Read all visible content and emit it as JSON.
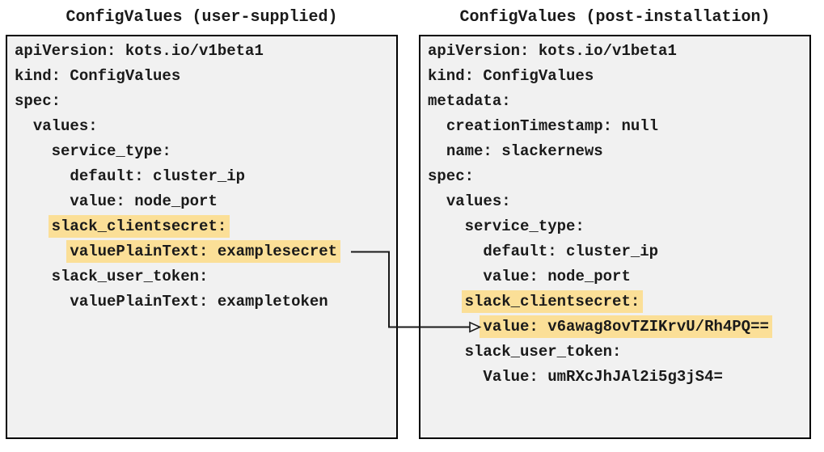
{
  "diagram": {
    "left_panel": {
      "title": "ConfigValues (user-supplied)",
      "lines": [
        {
          "indent": "",
          "text": "apiVersion: kots.io/v1beta1",
          "highlight": false
        },
        {
          "indent": "",
          "text": "kind: ConfigValues",
          "highlight": false
        },
        {
          "indent": "",
          "text": "spec:",
          "highlight": false
        },
        {
          "indent": "  ",
          "text": "values:",
          "highlight": false
        },
        {
          "indent": "    ",
          "text": "service_type:",
          "highlight": false
        },
        {
          "indent": "      ",
          "text": "default: cluster_ip",
          "highlight": false
        },
        {
          "indent": "      ",
          "text": "value: node_port",
          "highlight": false
        },
        {
          "indent": "    ",
          "text": "slack_clientsecret:",
          "highlight": true
        },
        {
          "indent": "      ",
          "text": "valuePlainText: examplesecret",
          "highlight": true
        },
        {
          "indent": "    ",
          "text": "slack_user_token:",
          "highlight": false
        },
        {
          "indent": "      ",
          "text": "valuePlainText: exampletoken",
          "highlight": false
        }
      ]
    },
    "right_panel": {
      "title": "ConfigValues (post-installation)",
      "lines": [
        {
          "indent": "",
          "text": "apiVersion: kots.io/v1beta1",
          "highlight": false
        },
        {
          "indent": "",
          "text": "kind: ConfigValues",
          "highlight": false
        },
        {
          "indent": "",
          "text": "metadata:",
          "highlight": false
        },
        {
          "indent": "  ",
          "text": "creationTimestamp: null",
          "highlight": false
        },
        {
          "indent": "  ",
          "text": "name: slackernews",
          "highlight": false
        },
        {
          "indent": "",
          "text": "spec:",
          "highlight": false
        },
        {
          "indent": "  ",
          "text": "values:",
          "highlight": false
        },
        {
          "indent": "    ",
          "text": "service_type:",
          "highlight": false
        },
        {
          "indent": "      ",
          "text": "default: cluster_ip",
          "highlight": false
        },
        {
          "indent": "      ",
          "text": "value: node_port",
          "highlight": false
        },
        {
          "indent": "    ",
          "text": "slack_clientsecret:",
          "highlight": true
        },
        {
          "indent": "      ",
          "text": "value: v6awag8ovTZIKrvU/Rh4PQ==",
          "highlight": true
        },
        {
          "indent": "    ",
          "text": "slack_user_token:",
          "highlight": false
        },
        {
          "indent": "      ",
          "text": "Value: umRXcJhJAl2i5g3jS4=",
          "highlight": false
        }
      ]
    },
    "arrow": {
      "from_text": "valuePlainText: examplesecret",
      "to_text": "value: v6awag8ovTZIKrvU/Rh4PQ=="
    }
  },
  "colors": {
    "highlight": "#fbdf97",
    "panel_bg": "#f1f1f1",
    "panel_border": "#000000",
    "text": "#1a1a1a",
    "arrow": "#1a1a1a"
  }
}
